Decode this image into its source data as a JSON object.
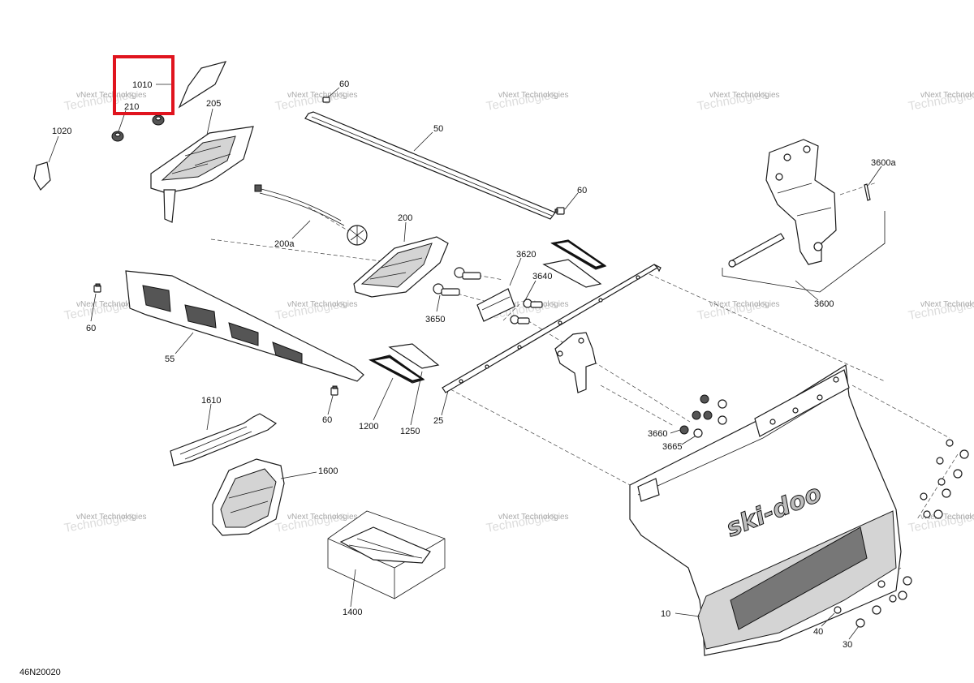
{
  "diagram": {
    "code": "46N20020",
    "highlight_color": "#e0141e",
    "watermark": {
      "line1": "vNext Technologies",
      "line2": "Technologies"
    },
    "brand_logo": "ski-doo",
    "labels": [
      "1010",
      "210",
      "205",
      "1020",
      "60",
      "50",
      "60",
      "3600a",
      "200",
      "200a",
      "3620",
      "3640",
      "3650",
      "60",
      "55",
      "60",
      "1200",
      "1250",
      "25",
      "3600",
      "1610",
      "1600",
      "3660",
      "3665",
      "1400",
      "10",
      "40",
      "30"
    ]
  }
}
